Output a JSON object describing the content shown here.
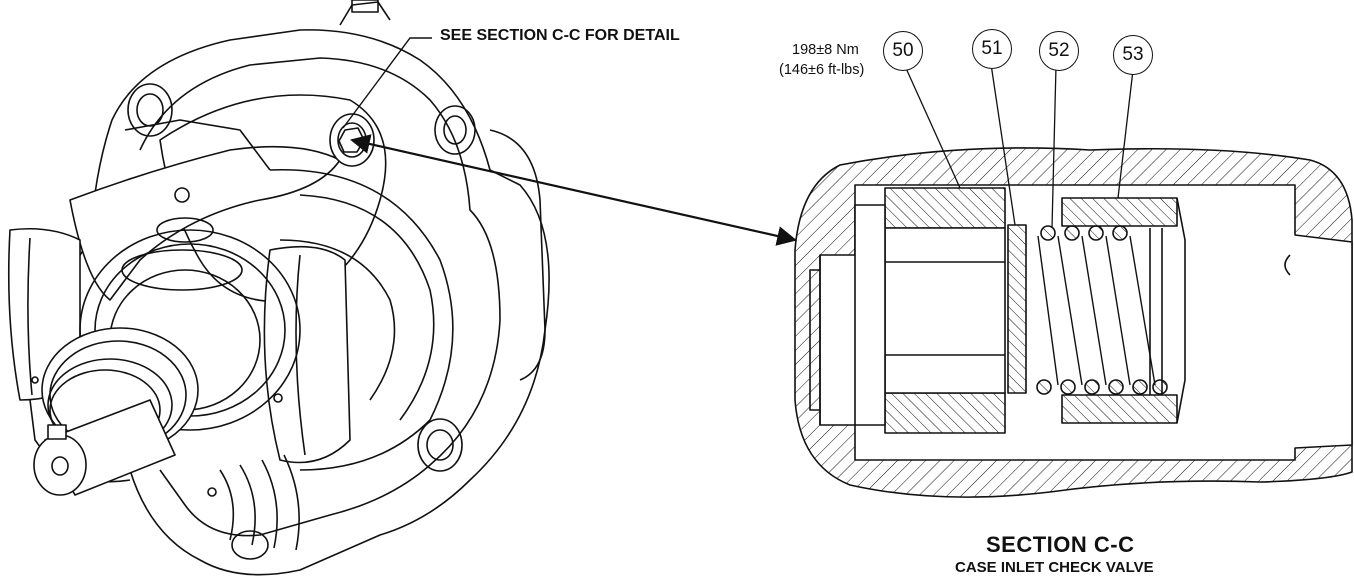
{
  "callout_note": "SEE SECTION C-C FOR DETAIL",
  "torque": {
    "line1": "198±8 Nm",
    "line2": "(146±6 ft-lbs)"
  },
  "callouts": [
    "50",
    "51",
    "52",
    "53"
  ],
  "section": {
    "title": "SECTION  C-C",
    "subtitle": "CASE INLET CHECK VALVE"
  }
}
